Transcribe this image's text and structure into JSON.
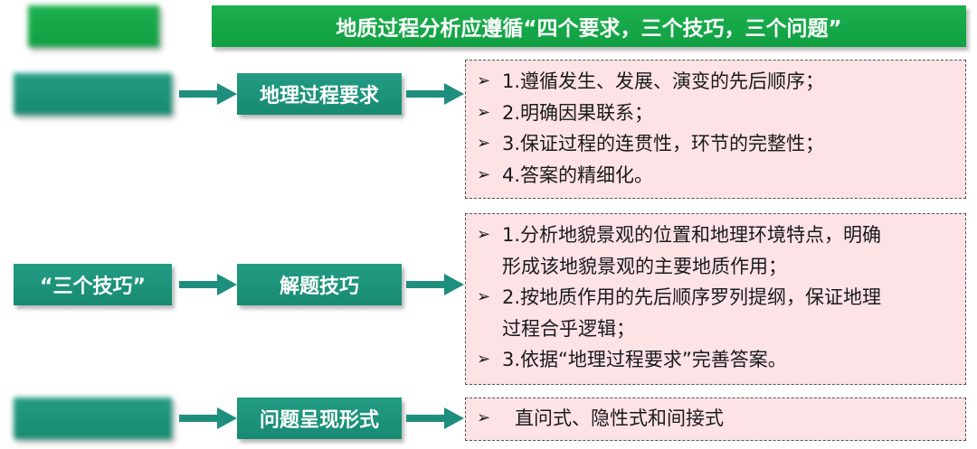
{
  "title": "地质过程分析应遵循“四个要求，三个技巧，三个问题”",
  "bullet_glyph": "➢",
  "colors": {
    "green": "#18a84a",
    "teal": "#1e9580",
    "panel_bg": "#fde2e6",
    "arrow": "#1e8f7c"
  },
  "rows": [
    {
      "left_label": "",
      "node": "地理过程要求",
      "items": [
        "1.遵循发生、发展、演变的先后顺序；",
        "2.明确因果联系；",
        "3.保证过程的连贯性，环节的完整性；",
        "4.答案的精细化。"
      ]
    },
    {
      "left_label": "“三个技巧”",
      "node": "解题技巧",
      "items": [
        "1.分析地貌景观的位置和地理环境特点，明确",
        "形成该地貌景观的主要地质作用；",
        "2.按地质作用的先后顺序罗列提纲，保证地理",
        "过程合乎逻辑；",
        "3.依据“地理过程要求”完善答案。"
      ]
    },
    {
      "left_label": "",
      "node": "问题呈现形式",
      "items": [
        "直问式、隐性式和间接式"
      ]
    }
  ]
}
